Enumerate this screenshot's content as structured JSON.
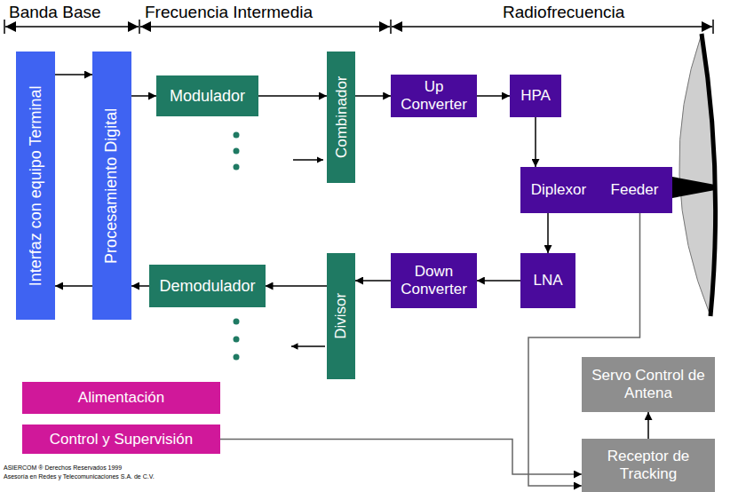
{
  "diagram": {
    "nodes": [
      {
        "text": [
          "Interfaz con equipo Terminal"
        ]
      },
      {
        "text": [
          "Procesamiento Digital"
        ]
      },
      {
        "text": [
          "Modulador"
        ]
      },
      {
        "text": [
          "Combinador"
        ]
      },
      {
        "text": [
          "Up Converter"
        ]
      },
      {
        "text": [
          "HPA"
        ]
      },
      {
        "text": [
          "Diplexor"
        ]
      },
      {
        "text": [
          "Feeder"
        ]
      },
      {
        "text": [
          "Demodulador"
        ]
      },
      {
        "text": [
          "Divisor"
        ]
      },
      {
        "text": [
          "Down Converter"
        ]
      },
      {
        "text": [
          "LNA"
        ]
      },
      {
        "text": [
          "Alimentación"
        ]
      },
      {
        "text": [
          "Control y Supervisión"
        ]
      },
      {
        "text": [
          "Servo Control de Antena"
        ]
      },
      {
        "text": [
          "Receptor de Tracking"
        ]
      }
    ],
    "edges": [
      {
        "from": 0,
        "to": 1,
        "arrow": "to"
      },
      {
        "from": 1,
        "to": 0,
        "arrow": "to"
      },
      {
        "from": 1,
        "to": 2,
        "arrow": "to"
      },
      {
        "from": 2,
        "to": 3,
        "arrow": "to"
      },
      {
        "from": 3,
        "to": 4,
        "arrow": "to"
      },
      {
        "from": 4,
        "to": 5,
        "arrow": "to"
      },
      {
        "from": 5,
        "to": 6,
        "arrow": "to"
      },
      {
        "from": 6,
        "to": 11,
        "arrow": "to"
      },
      {
        "from": 11,
        "to": 10,
        "arrow": "to"
      },
      {
        "from": 10,
        "to": 9,
        "arrow": "to"
      },
      {
        "from": 9,
        "to": 8,
        "arrow": "to"
      },
      {
        "from": 8,
        "to": 1,
        "arrow": "to"
      },
      {
        "from": 7,
        "to": 15,
        "arrow": "to"
      },
      {
        "from": 13,
        "to": 15,
        "arrow": "to"
      },
      {
        "from": 15,
        "to": 14,
        "arrow": "to"
      }
    ],
    "labels": [
      "Banda Base",
      "Frecuencia Intermedia",
      "Radiofrecuencia",
      "ASIERCOM ® Derechos Reservados 1999",
      "Asesoría en Redes y Telecomunicaciones S.A. de C.V."
    ]
  }
}
